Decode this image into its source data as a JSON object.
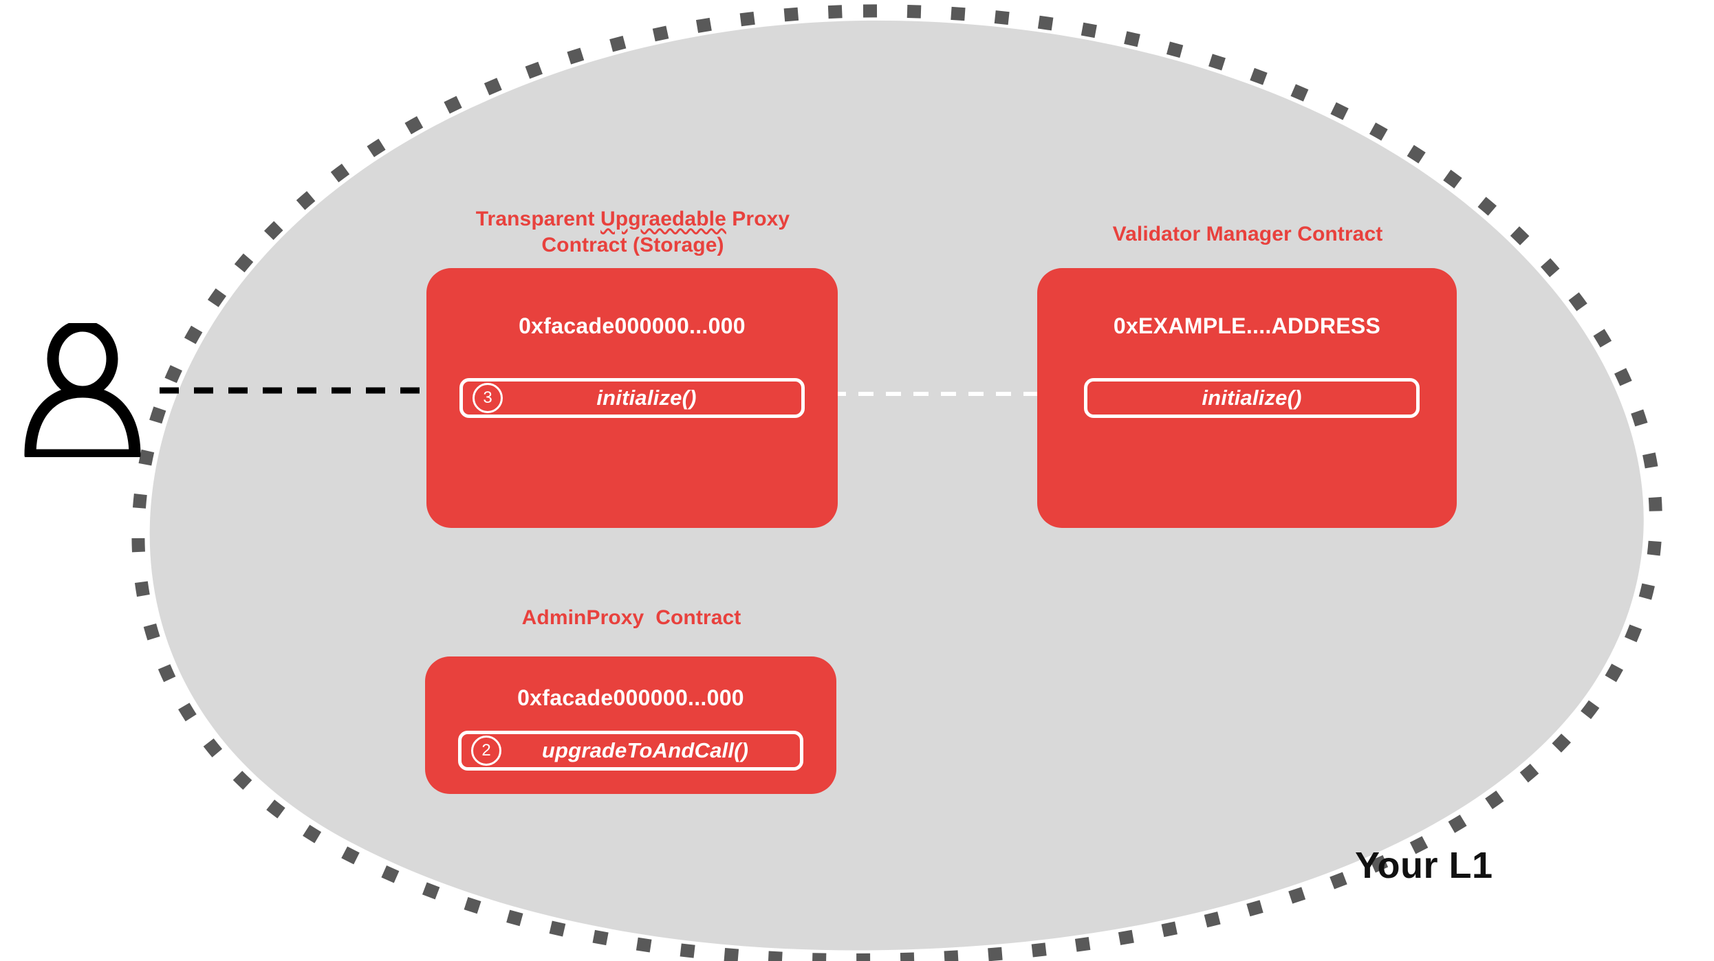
{
  "diagram": {
    "network_label": "Your L1",
    "actor": {
      "icon": "user-person-icon"
    },
    "colors": {
      "contract_red": "#e8413d",
      "blob_fill": "#d9d9d9",
      "blob_dash": "#595959",
      "text_white": "#ffffff",
      "text_black": "#111111"
    }
  },
  "contracts": [
    {
      "id": "transparent-upgradeable-proxy",
      "title_line_1_before": "Transparent ",
      "title_misspelled_word": "Upgraedable",
      "title_line_1_after": " Proxy",
      "title_line_2": "Contract (Storage)",
      "title_full": "Transparent Upgraedable Proxy Contract (Storage)",
      "address": "0xfacade000000...000",
      "method": {
        "badge": "3",
        "label": "initialize()"
      }
    },
    {
      "id": "validator-manager",
      "title": "Validator Manager Contract",
      "address": "0xEXAMPLE....ADDRESS",
      "method": {
        "badge": "",
        "label": "initialize()"
      }
    },
    {
      "id": "admin-proxy",
      "title": "AdminProxy  Contract",
      "address": "0xfacade000000...000",
      "method": {
        "badge": "2",
        "label": "upgradeToAndCall()"
      }
    }
  ],
  "connections": [
    {
      "id": "user-to-proxy",
      "style": "dashed",
      "color": "#000000",
      "from": "user-actor",
      "to": "transparent-upgradeable-proxy-initialize"
    },
    {
      "id": "proxy-to-validator-manager",
      "style": "dashed",
      "color": "#ffffff",
      "from": "transparent-upgradeable-proxy-initialize",
      "to": "validator-manager-initialize"
    }
  ]
}
